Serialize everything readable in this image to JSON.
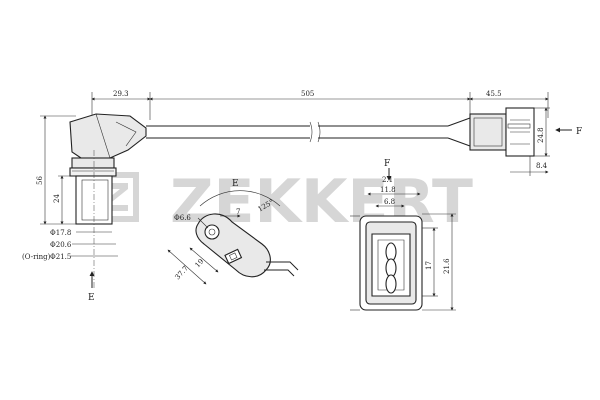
{
  "brand": {
    "name": "ZEKKERT",
    "color": "#d6d6d6"
  },
  "colors": {
    "line": "#222222",
    "part_fill": "#e9e9e9",
    "background": "#ffffff"
  },
  "dimensions": {
    "left_offset": "29.3",
    "cable_length": "505",
    "connector_length": "45.5",
    "connector_height": "24.8",
    "connector_tail": "8.4",
    "sensor_height": "56",
    "body_height": "24",
    "dia_body": "Φ17.8",
    "dia_flange": "Φ20.6",
    "dia_oring": "Φ21.5",
    "oring_label": "(O-ring)",
    "hole_dia": "Φ6.6",
    "hole_offset": "7",
    "angle": "125°",
    "bracket_h": "19",
    "bracket_diag": "37.7",
    "pin_pitch": "2.1",
    "face_width": "11.8",
    "pin_width": "6.8",
    "face_h1": "17",
    "face_h2": "21.6"
  },
  "view_labels": {
    "f_side": "F",
    "f_top": "F",
    "e_top": "E",
    "e_bottom": "E"
  }
}
